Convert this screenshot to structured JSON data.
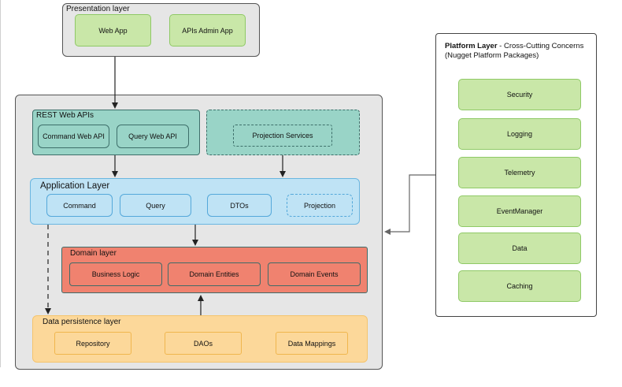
{
  "presentation": {
    "title": "Presentation layer",
    "items": [
      "Web App",
      "APIs Admin App"
    ]
  },
  "rest": {
    "title": "REST Web APIs",
    "items": [
      "Command Web API",
      "Query Web API"
    ]
  },
  "projection_services": {
    "label": "Projection Services"
  },
  "application": {
    "title": "Application Layer",
    "items": [
      "Command",
      "Query",
      "DTOs",
      "Projection"
    ]
  },
  "domain": {
    "title": "Domain layer",
    "items": [
      "Business Logic",
      "Domain Entities",
      "Domain Events"
    ]
  },
  "persistence": {
    "title": "Data persistence layer",
    "items": [
      "Repository",
      "DAOs",
      "Data Mappings"
    ]
  },
  "platform": {
    "title_bold": "Platform Layer",
    "title_rest": " - Cross-Cutting Concerns",
    "subtitle": "(Nugget Platform Packages)",
    "items": [
      "Security",
      "Logging",
      "Telemetry",
      "EventManager",
      "Data",
      "Caching"
    ]
  },
  "colors": {
    "green": "#c9e7a8",
    "teal": "#99d4c7",
    "blue": "#bfe3f5",
    "red": "#f0826f",
    "orange": "#fcd89a",
    "gray": "#e6e6e6"
  }
}
